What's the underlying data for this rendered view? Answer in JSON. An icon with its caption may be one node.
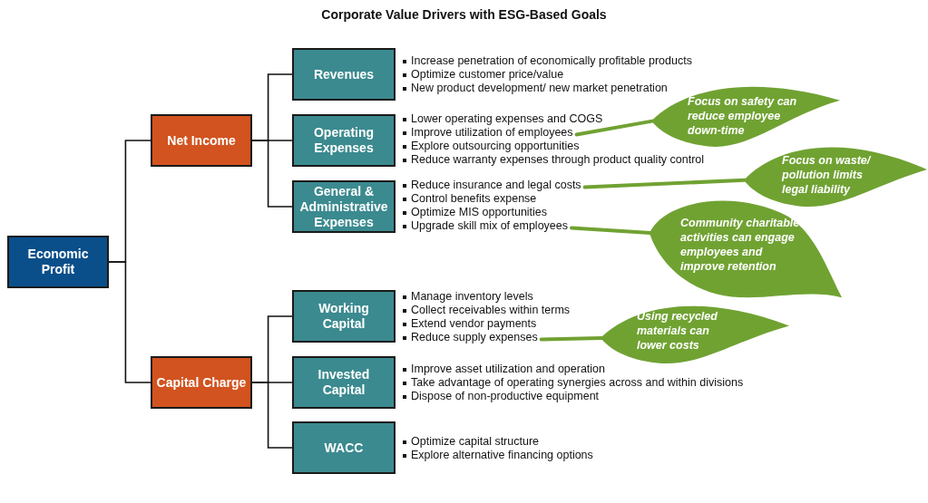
{
  "diagram": {
    "title": "Corporate Value Drivers with ESG-Based Goals",
    "nodes": [
      {
        "text": [
          "Economic Profit"
        ]
      },
      {
        "text": [
          "Net Income"
        ]
      },
      {
        "text": [
          "Capital Charge"
        ]
      },
      {
        "text": [
          "Revenues"
        ]
      },
      {
        "text": [
          "Operating Expenses"
        ]
      },
      {
        "text": [
          "General & Administrative Expenses"
        ]
      },
      {
        "text": [
          "Working Capital"
        ]
      },
      {
        "text": [
          "Invested Capital"
        ]
      },
      {
        "text": [
          "WACC"
        ]
      },
      {
        "text": [
          "Increase penetration of economically profitable products"
        ]
      },
      {
        "text": [
          "Optimize customer price/value"
        ]
      },
      {
        "text": [
          "New product development/ new market penetration"
        ]
      },
      {
        "text": [
          "Lower operating expenses and COGS"
        ]
      },
      {
        "text": [
          "Improve utilization of employees"
        ]
      },
      {
        "text": [
          "Explore outsourcing opportunities"
        ]
      },
      {
        "text": [
          "Reduce warranty expenses through product quality control"
        ]
      },
      {
        "text": [
          "Reduce insurance and legal costs"
        ]
      },
      {
        "text": [
          "Control benefits expense"
        ]
      },
      {
        "text": [
          "Optimize MIS opportunities"
        ]
      },
      {
        "text": [
          "Upgrade skill mix of employees"
        ]
      },
      {
        "text": [
          "Manage inventory levels"
        ]
      },
      {
        "text": [
          "Collect receivables within terms"
        ]
      },
      {
        "text": [
          "Extend vendor payments"
        ]
      },
      {
        "text": [
          "Reduce supply expenses"
        ]
      },
      {
        "text": [
          "Improve asset utilization and operation"
        ]
      },
      {
        "text": [
          "Take advantage of operating synergies across and within divisions"
        ]
      },
      {
        "text": [
          "Dispose of non-productive equipment"
        ]
      },
      {
        "text": [
          "Optimize capital structure"
        ]
      },
      {
        "text": [
          "Explore alternative financing options"
        ]
      },
      {
        "text": [
          "Focus on safety can reduce employee down-time"
        ]
      },
      {
        "text": [
          "Focus on waste/ pollution limits legal liability"
        ]
      },
      {
        "text": [
          "Community charitable activities can engage employees and improve retention"
        ]
      },
      {
        "text": [
          "Using recycled materials can lower costs"
        ]
      }
    ],
    "edges": [
      {
        "from": 0,
        "to": 1,
        "arrow": "none"
      },
      {
        "from": 0,
        "to": 2,
        "arrow": "none"
      },
      {
        "from": 1,
        "to": 3,
        "arrow": "none"
      },
      {
        "from": 1,
        "to": 4,
        "arrow": "none"
      },
      {
        "from": 1,
        "to": 5,
        "arrow": "none"
      },
      {
        "from": 2,
        "to": 6,
        "arrow": "none"
      },
      {
        "from": 2,
        "to": 7,
        "arrow": "none"
      },
      {
        "from": 2,
        "to": 8,
        "arrow": "none"
      },
      {
        "from": 29,
        "to": 13,
        "arrow": "none",
        "style": "thick",
        "color": "#70a232"
      },
      {
        "from": 30,
        "to": 16,
        "arrow": "none",
        "style": "thick",
        "color": "#70a232"
      },
      {
        "from": 31,
        "to": 19,
        "arrow": "none",
        "style": "thick",
        "color": "#70a232"
      },
      {
        "from": 32,
        "to": 23,
        "arrow": "none",
        "style": "thick",
        "color": "#70a232"
      }
    ]
  }
}
